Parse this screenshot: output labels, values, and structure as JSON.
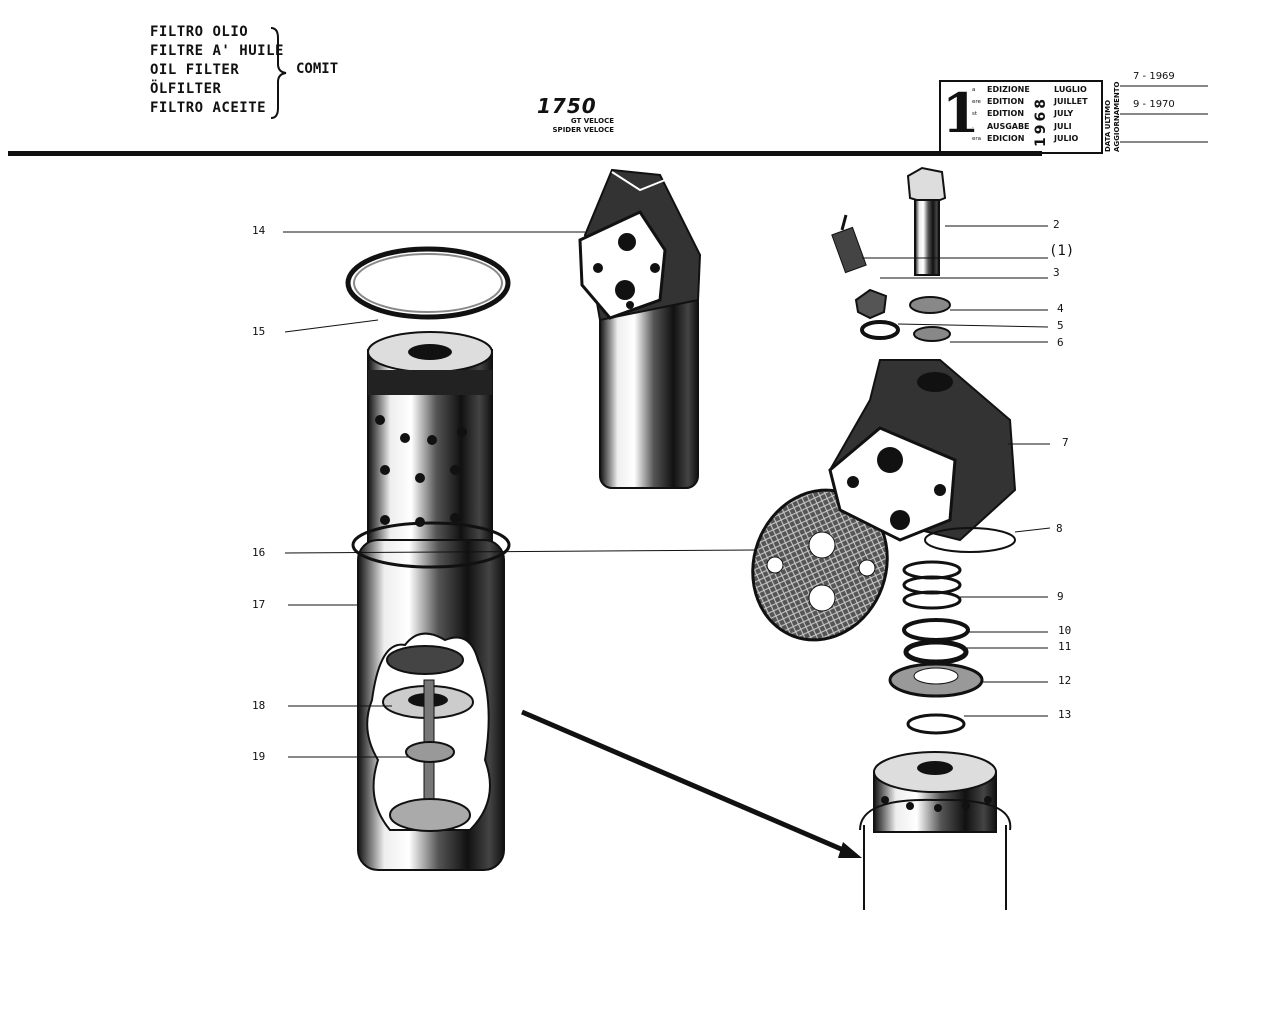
{
  "header": {
    "part_names": [
      "FILTRO OLIO",
      "FILTRE A' HUILE",
      "OIL FILTER",
      "ÖLFILTER",
      "FILTRO ACEITE"
    ],
    "manufacturer": "COMIT",
    "model": "1750",
    "variants": [
      "GT VELOCE",
      "SPIDER VELOCE"
    ]
  },
  "edition_box": {
    "number": "1",
    "suffixes": [
      "a",
      "ere",
      "st",
      ".",
      "era"
    ],
    "labels": [
      "EDIZIONE",
      "EDITION",
      "EDITION",
      "AUSGABE",
      "EDICION"
    ],
    "year": "1968",
    "months": [
      "LUGLIO",
      "JUILLET",
      "JULY",
      "JULI",
      "JULIO"
    ],
    "update_label_1": "DATA ULTIMO",
    "update_label_2": "AGGIORNAMENTO",
    "updates": [
      "7 - 1969",
      "9 - 1970"
    ]
  },
  "callouts": {
    "c1": "(1)",
    "c2": "2",
    "c3": "3",
    "c4": "4",
    "c5": "5",
    "c6": "6",
    "c7": "7",
    "c8": "8",
    "c9": "9",
    "c10": "10",
    "c11": "11",
    "c12": "12",
    "c13": "13",
    "c14": "14",
    "c15": "15",
    "c16": "16",
    "c17": "17",
    "c18": "18",
    "c19": "19"
  }
}
